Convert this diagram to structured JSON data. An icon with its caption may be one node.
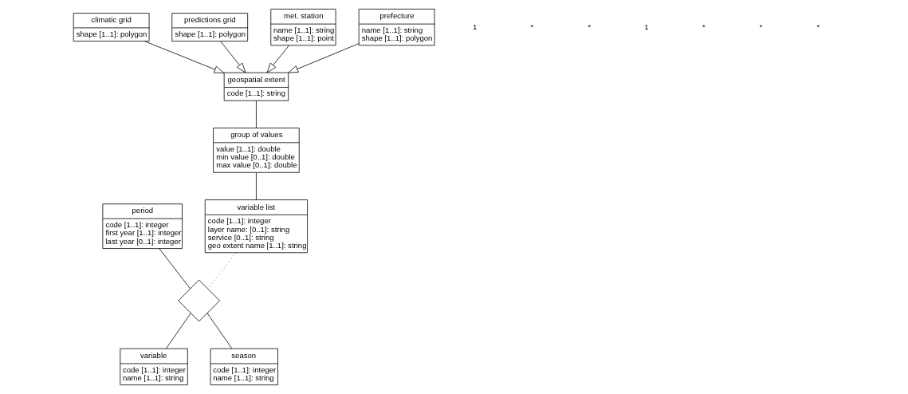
{
  "diagram": {
    "nodes": [
      {
        "text": [
          "geospatial extent",
          "code [1..1]: string"
        ]
      },
      {
        "text": [
          "group of values",
          "value [1..1]: double",
          "min value [0..1]: double",
          "max value [0..1]: double"
        ]
      },
      {
        "text": [
          "variable list",
          "code [1..1]: integer",
          "layer name: [0..1]: string",
          "service [0..1]: string",
          "geo extent name [1..1]: string"
        ]
      },
      {
        "text": [
          "climatic grid",
          "shape [1..1]: polygon"
        ]
      },
      {
        "text": [
          "predictions grid",
          "shape [1..1]: polygon"
        ]
      },
      {
        "text": [
          "met. station",
          "name [1..1]: string",
          "shape [1..1]: point"
        ]
      },
      {
        "text": [
          "prefecture",
          "name [1..1]: string",
          "shape [1..1]: polygon"
        ]
      },
      {
        "text": [
          "period",
          "code [1..1]: integer",
          "first year [1..1]: integer",
          "last year [0..1]: integer"
        ]
      },
      {
        "text": [],
        "shape": "diamond"
      },
      {
        "text": [
          "variable",
          "code [1..1]: integer",
          "name [1..1]: string"
        ]
      },
      {
        "text": [
          "season",
          "code [1..1]: integer",
          "name [1..1]: string"
        ]
      }
    ],
    "edges": [
      {
        "from": 0,
        "to": 1,
        "arrow": "none"
      },
      {
        "from": 1,
        "to": 2,
        "arrow": "none"
      },
      {
        "from": 3,
        "to": 0,
        "arrow": "to"
      },
      {
        "from": 4,
        "to": 0,
        "arrow": "to"
      },
      {
        "from": 5,
        "to": 0,
        "arrow": "to"
      },
      {
        "from": 6,
        "to": 0,
        "arrow": "to"
      },
      {
        "from": 2,
        "to": 8,
        "arrow": "none",
        "style": "dashed"
      },
      {
        "from": 7,
        "to": 8,
        "arrow": "none"
      },
      {
        "from": 8,
        "to": 9,
        "arrow": "none"
      },
      {
        "from": 8,
        "to": 10,
        "arrow": "none"
      }
    ],
    "labels": [
      "1",
      "*",
      "*",
      "1",
      "*",
      "*",
      "*"
    ]
  }
}
